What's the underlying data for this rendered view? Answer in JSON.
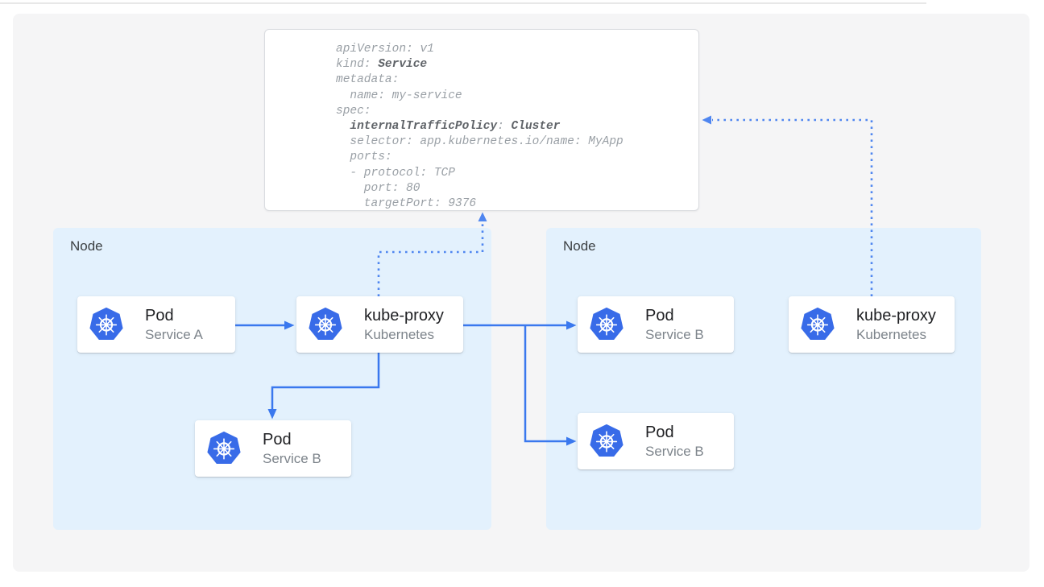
{
  "colors": {
    "panel_bg": "#f5f5f6",
    "node_bg": "#e3f1fd",
    "arrow_solid": "#3a78ee",
    "arrow_dotted": "#4f86f0",
    "kubernetes_blue": "#386be8",
    "code_text": "#9aa0a6",
    "code_bold": "#5f6368"
  },
  "yaml": {
    "lines": [
      [
        {
          "t": "apiVersion: v1"
        }
      ],
      [
        {
          "t": "kind: "
        },
        {
          "t": "Service",
          "b": true
        }
      ],
      [
        {
          "t": "metadata:"
        }
      ],
      [
        {
          "t": "  name: my-service"
        }
      ],
      [
        {
          "t": "spec:"
        }
      ],
      [
        {
          "t": "  "
        },
        {
          "t": "internalTrafficPolicy",
          "b": true
        },
        {
          "t": ": "
        },
        {
          "t": "Cluster",
          "b": true
        }
      ],
      [
        {
          "t": "  selector: app.kubernetes.io/name: MyApp"
        }
      ],
      [
        {
          "t": "  ports:"
        }
      ],
      [
        {
          "t": "  - protocol: TCP"
        }
      ],
      [
        {
          "t": "    port: 80"
        }
      ],
      [
        {
          "t": "    targetPort: 9376"
        }
      ]
    ]
  },
  "nodes": [
    {
      "label": "Node",
      "cards": [
        {
          "title": "Pod",
          "subtitle": "Service A"
        },
        {
          "title": "kube-proxy",
          "subtitle": "Kubernetes"
        },
        {
          "title": "Pod",
          "subtitle": "Service B"
        }
      ]
    },
    {
      "label": "Node",
      "cards": [
        {
          "title": "Pod",
          "subtitle": "Service B"
        },
        {
          "title": "Pod",
          "subtitle": "Service B"
        },
        {
          "title": "kube-proxy",
          "subtitle": "Kubernetes"
        }
      ]
    }
  ]
}
